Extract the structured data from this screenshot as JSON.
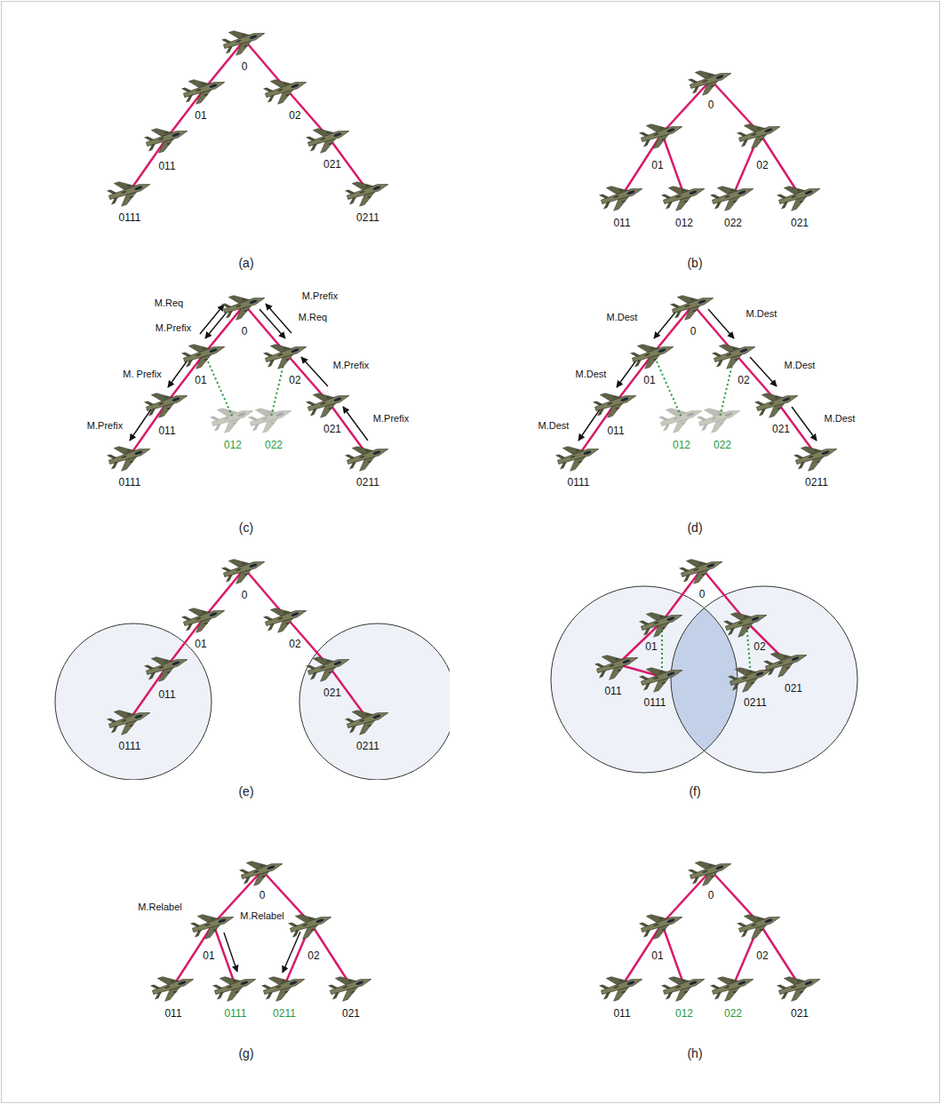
{
  "diagram": {
    "nodes": [
      {
        "text": [
          "(a)"
        ]
      },
      {
        "text": [
          "(b)"
        ]
      },
      {
        "text": [
          "(c)"
        ]
      },
      {
        "text": [
          "(d)"
        ]
      },
      {
        "text": [
          "(e)"
        ]
      },
      {
        "text": [
          "(f)"
        ]
      },
      {
        "text": [
          "(g)"
        ]
      },
      {
        "text": [
          "(h)"
        ]
      }
    ],
    "labels": [
      "0",
      "01",
      "02",
      "011",
      "021",
      "0111",
      "0211",
      "0",
      "01",
      "02",
      "011",
      "012",
      "022",
      "021",
      "M.Req",
      "M.Prefix",
      "M.Req",
      "M.Prefix",
      "0",
      "M.Prefix",
      "M. Prefix",
      "01",
      "02",
      "M.Prefix",
      "M.Prefix",
      "011",
      "021",
      "012",
      "022",
      "0111",
      "0211",
      "M.Dest",
      "M.Dest",
      "0",
      "M.Dest",
      "M.Dest",
      "01",
      "02",
      "M.Dest",
      "M.Dest",
      "011",
      "021",
      "012",
      "022",
      "0111",
      "0211",
      "0",
      "01",
      "02",
      "011",
      "021",
      "0111",
      "0211",
      "0",
      "01",
      "02",
      "011",
      "021",
      "0111",
      "0211",
      "0",
      "M.Relabel",
      "M.Relabel",
      "01",
      "02",
      "011",
      "0111",
      "0211",
      "021",
      "0",
      "01",
      "02",
      "011",
      "012",
      "022",
      "021"
    ]
  }
}
